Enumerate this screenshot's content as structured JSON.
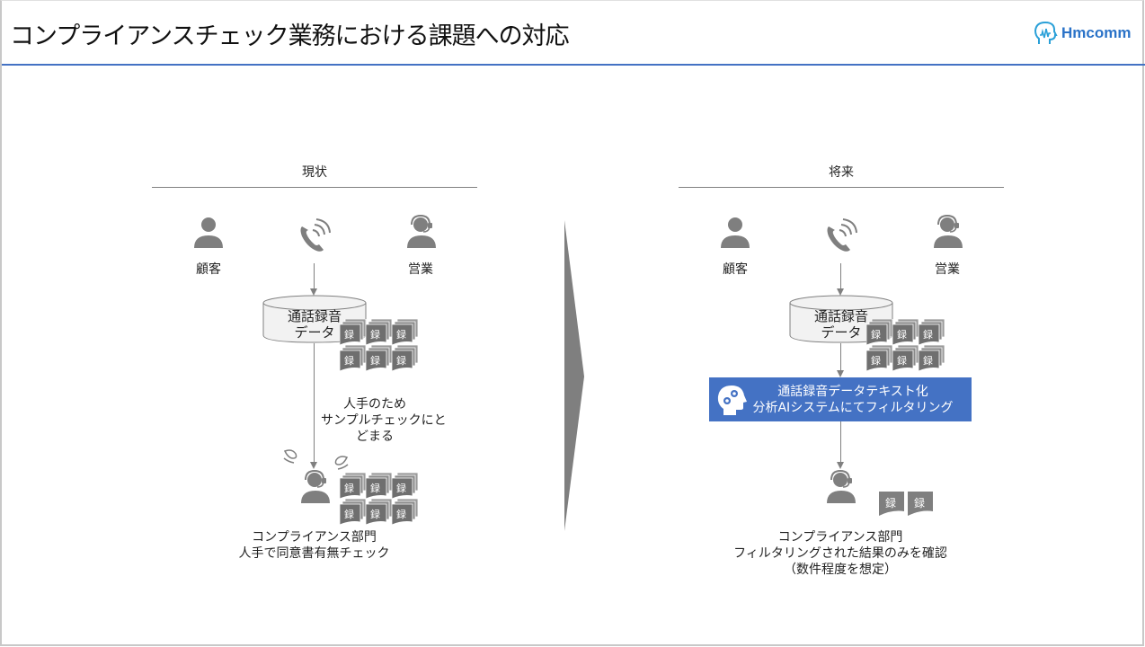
{
  "header": {
    "title": "コンプライアンスチェック業務における課題への対応",
    "logo_text": "Hmcomm",
    "accent_color": "#4472c4"
  },
  "current": {
    "section_title": "現状",
    "customer_label": "顧客",
    "sales_label": "営業",
    "db_label_line1": "通話録音",
    "db_label_line2": "データ",
    "doc_glyph": "録",
    "note_line1": "人手のため",
    "note_line2": "サンプルチェックにと",
    "note_line3": "どまる",
    "dept_line1": "コンプライアンス部門",
    "dept_line2": "人手で同意書有無チェック"
  },
  "future": {
    "section_title": "将来",
    "customer_label": "顧客",
    "sales_label": "営業",
    "db_label_line1": "通話録音",
    "db_label_line2": "データ",
    "doc_glyph": "録",
    "ai_line1": "通話録音データテキスト化",
    "ai_line2": "分析AIシステムにてフィルタリング",
    "dept_line1": "コンプライアンス部門",
    "dept_line2": "フィルタリングされた結果のみを確認",
    "dept_line3": "（数件程度を想定）"
  },
  "colors": {
    "icon_gray": "#7f7f7f",
    "doc_gray": "#6f6f6f",
    "ai_box": "#4472c4"
  }
}
